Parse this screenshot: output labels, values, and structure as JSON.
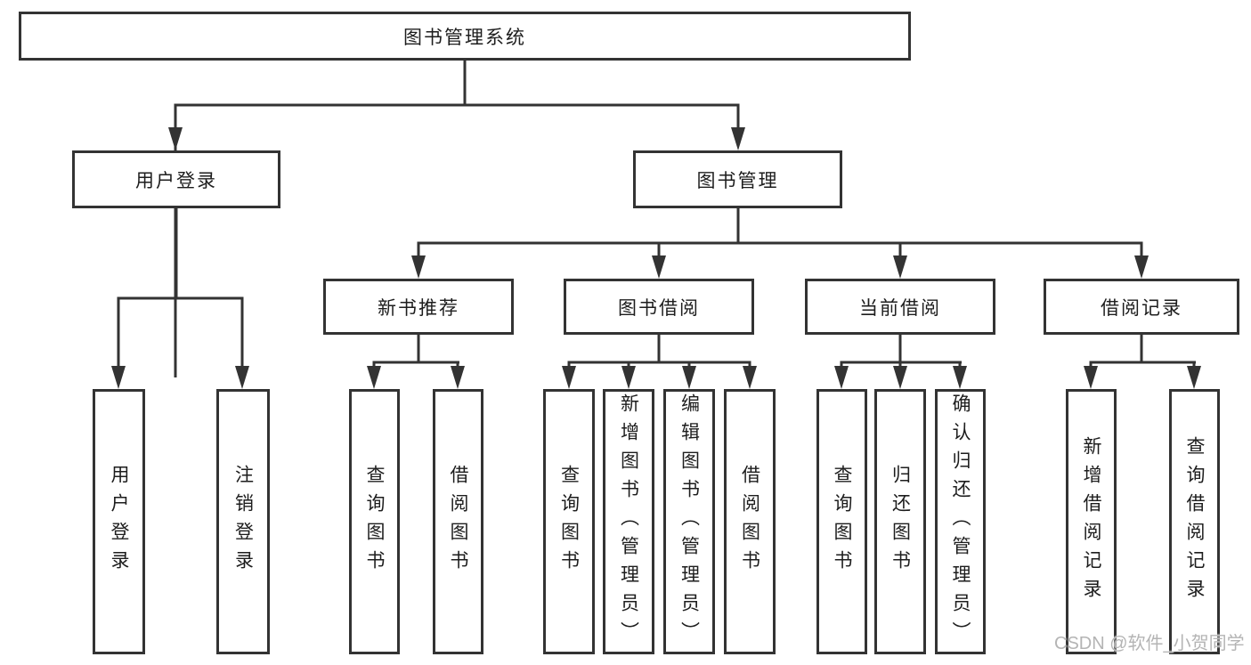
{
  "diagram_title": "图书管理系统",
  "tree": {
    "root": {
      "label": "图书管理系统",
      "children": [
        {
          "label": "用户登录",
          "children": [
            {
              "label": "用户登录"
            },
            {
              "label": "注销登录"
            }
          ]
        },
        {
          "label": "图书管理",
          "children": [
            {
              "label": "新书推荐",
              "children": [
                {
                  "label": "查询图书"
                },
                {
                  "label": "借阅图书"
                }
              ]
            },
            {
              "label": "图书借阅",
              "children": [
                {
                  "label": "查询图书"
                },
                {
                  "label": "新增图书（管理员）"
                },
                {
                  "label": "编辑图书（管理员）"
                },
                {
                  "label": "借阅图书"
                }
              ]
            },
            {
              "label": "当前借阅",
              "children": [
                {
                  "label": "查询图书"
                },
                {
                  "label": "归还图书"
                },
                {
                  "label": "确认归还（管理员）"
                }
              ]
            },
            {
              "label": "借阅记录",
              "children": [
                {
                  "label": "新增借阅记录"
                },
                {
                  "label": "查询借阅记录"
                }
              ]
            }
          ]
        }
      ]
    }
  },
  "watermark": {
    "text": "CSDN @软件_小贺同学"
  },
  "colors": {
    "line": "#333333",
    "box_border": "#333333",
    "box_fill": "#ffffff",
    "text": "#1d1d1d",
    "watermark": "#b4b4b4",
    "background": "#ffffff"
  }
}
